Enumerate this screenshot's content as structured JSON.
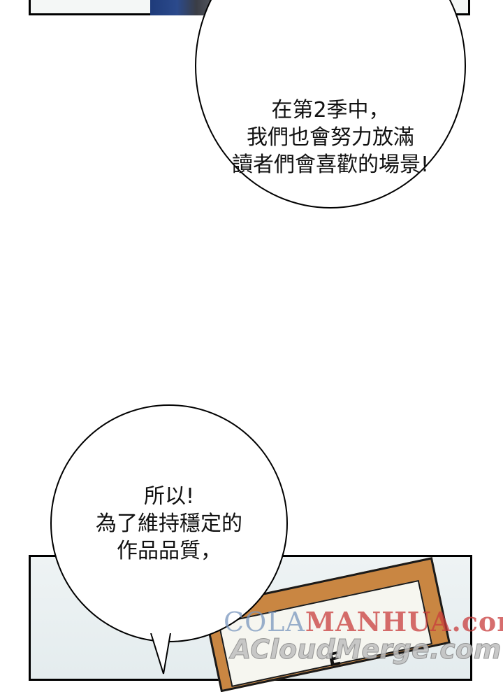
{
  "bubbles": [
    {
      "text": "在第2季中，\n我們也會努力放滿\n讀者們會喜歡的場景!"
    },
    {
      "text": "所以!\n為了維持穩定的\n作品品質，"
    }
  ],
  "panel_fragment": {
    "sign_text": "E"
  },
  "watermark": {
    "line1_a": "COLA",
    "line1_b": "MANHUA",
    "line1_c": ".com",
    "line2": "ACloudMerge.com"
  },
  "colors": {
    "panel_border": "#000000",
    "top_panel_bg": "#f4f7f6",
    "bottom_panel_bg": "#eef3f4",
    "frame_wood": "#c98642",
    "watermark_red": "#c83c3c",
    "watermark_blue": "#7896be"
  }
}
